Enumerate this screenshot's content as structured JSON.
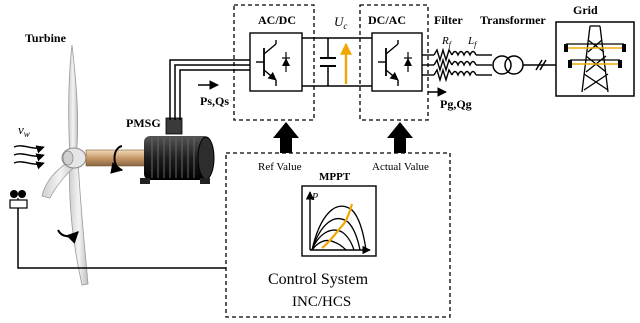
{
  "labels": {
    "turbine": "Turbine",
    "wind_speed_symbol": "v",
    "wind_speed_sub": "w",
    "pmsg": "PMSG",
    "ps_qs": "Ps,Qs",
    "ac_dc": "AC/DC",
    "uc_symbol": "U",
    "uc_sub": "c",
    "dc_ac": "DC/AC",
    "filter": "Filter",
    "transformer": "Transformer",
    "grid": "Grid",
    "rf_symbol": "R",
    "rf_sub": "f",
    "lf_symbol": "L",
    "lf_sub": "f",
    "pg_qg": "Pg,Qg",
    "ref_value": "Ref Value",
    "actual_value": "Actual Value",
    "mppt": "MPPT",
    "p_axis": "P",
    "control_system": "Control System",
    "algorithm": "INC/HCS"
  },
  "colors": {
    "line": "#000000",
    "mppt_curve": "#f0a800",
    "uc_arrow": "#f0a800",
    "turbine_blade": "#e8e8e8",
    "generator_body": "#2a2a2a",
    "shaft": "#c89a6a"
  }
}
